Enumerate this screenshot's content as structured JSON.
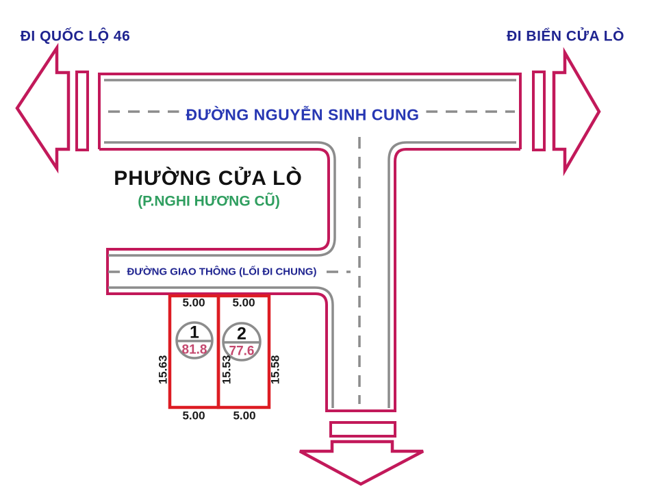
{
  "diagram": {
    "type": "land-plot-location-sketch",
    "labels": {
      "top_left_direction": "ĐI QUỐC LỘ 46",
      "top_right_direction": "ĐI BIỂN CỬA LÒ",
      "main_road": "ĐƯỜNG NGUYỄN SINH CUNG",
      "ward": "PHƯỜNG CỬA LÒ",
      "ward_former": "(P.NGHI HƯƠNG CŨ)",
      "service_road": "ĐƯỜNG GIAO THÔNG (LỐI ĐI CHUNG)"
    },
    "plots": [
      {
        "id": "1",
        "area": "81.8",
        "top_width": "5.00",
        "bottom_width": "5.00"
      },
      {
        "id": "2",
        "area": "77.6",
        "top_width": "5.00",
        "bottom_width": "5.00"
      }
    ],
    "side_dimensions": [
      "15.63",
      "15.53",
      "15.58"
    ],
    "icons": {
      "top_left": "block-arrow-left",
      "top_right": "block-arrow-right",
      "bottom": "block-arrow-down"
    },
    "colors": {
      "road_outline": "#c2195a",
      "road_inner_line": "#8c8c8c",
      "plot_outline": "#dd1c23",
      "direction_text": "#1f2490",
      "main_road_text": "#2737b3",
      "ward_text": "#111111",
      "ward_former_text": "#2f9e5f",
      "plot_area_text": "#c4486e",
      "dimension_text": "#1a1a1a"
    }
  }
}
